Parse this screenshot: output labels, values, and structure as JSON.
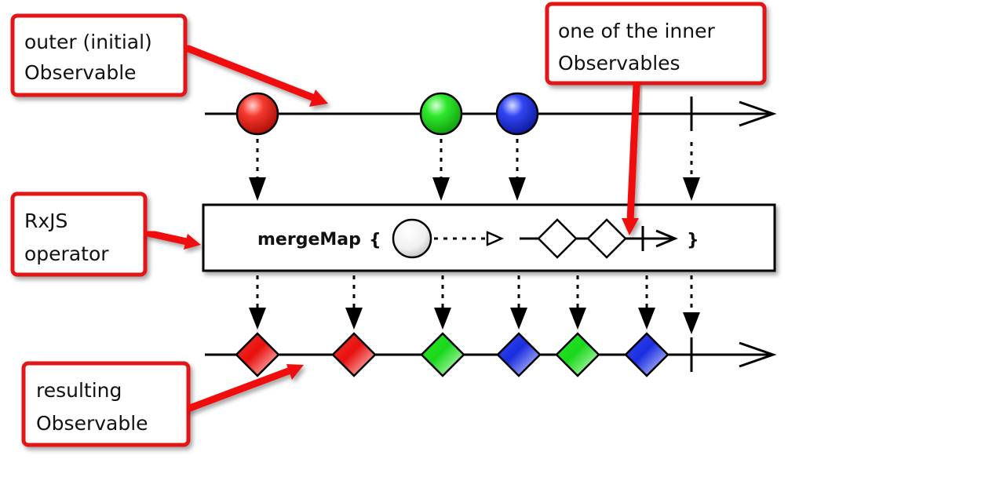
{
  "callouts": {
    "outer": {
      "line1": "outer (initial)",
      "line2": "Observable"
    },
    "inner": {
      "line1": "one of the inner",
      "line2": "Observables"
    },
    "operator": {
      "line1": "RxJS",
      "line2": "operator"
    },
    "result": {
      "line1": "resulting",
      "line2": "Observable"
    }
  },
  "operator": {
    "name": "mergeMap",
    "open_brace": "{",
    "close_brace": "}"
  },
  "colors": {
    "red": "#e8100e",
    "green": "#19d81a",
    "blue": "#1b2ee0",
    "callout_border": "#e21515",
    "arrow": "#f01010"
  },
  "outer_emissions": [
    "red",
    "green",
    "blue"
  ],
  "result_emissions": [
    "red",
    "red",
    "green",
    "blue",
    "green",
    "blue"
  ]
}
